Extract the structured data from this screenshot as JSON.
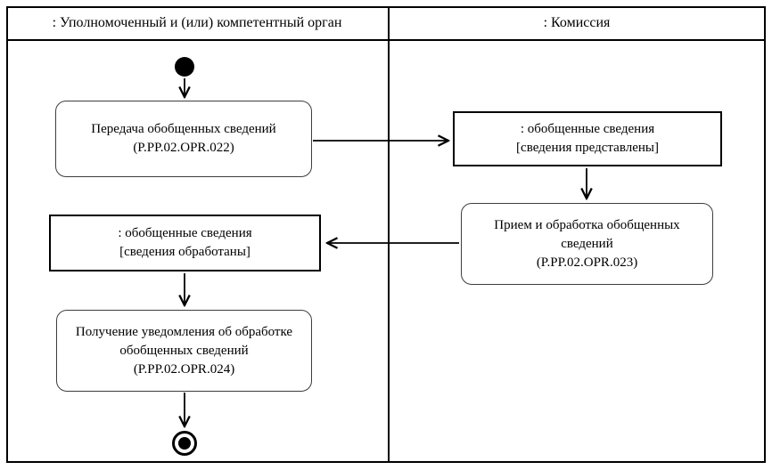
{
  "diagram": {
    "type": "uml-activity-swimlane",
    "colors": {
      "line": "#000000",
      "background": "#ffffff",
      "text": "#000000"
    },
    "lanes": [
      {
        "title": ": Уполномоченный и (или) компетентный орган"
      },
      {
        "title": ": Комиссия"
      }
    ],
    "nodes": {
      "activity_transfer": {
        "lines": [
          "Передача обобщенных сведений",
          "(P.PP.02.OPR.022)"
        ]
      },
      "object_presented": {
        "lines": [
          ": обобщенные сведения",
          "[сведения представлены]"
        ]
      },
      "activity_receive": {
        "lines": [
          "Прием и обработка обобщенных",
          "сведений",
          "(P.PP.02.OPR.023)"
        ]
      },
      "object_processed": {
        "lines": [
          ": обобщенные сведения",
          "[сведения обработаны]"
        ]
      },
      "activity_notice": {
        "lines": [
          "Получение уведомления об обработке",
          "обобщенных сведений",
          "(P.PP.02.OPR.024)"
        ]
      }
    }
  }
}
